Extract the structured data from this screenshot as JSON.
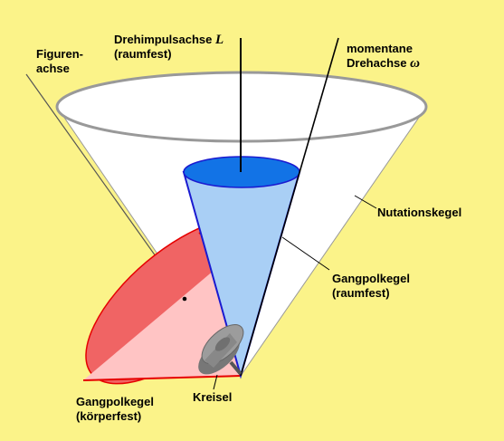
{
  "labels": {
    "figurenachse": {
      "line1": "Figuren-",
      "line2": "achse"
    },
    "drehimpulsachse": {
      "line1": "Drehimpulsachse",
      "symbol": "L",
      "line2": "(raumfest)"
    },
    "drehachse": {
      "line1": "momentane",
      "line2": "Drehachse",
      "symbol": "ω"
    },
    "nutationskegel": {
      "line1": "Nutationskegel"
    },
    "gangpolkegel_raumfest": {
      "line1": "Gangpolkegel",
      "line2": "(raumfest)"
    },
    "gangpolkegel_koerperfest": {
      "line1": "Gangpolkegel",
      "line2": "(körperfest)"
    },
    "kreisel": {
      "line1": "Kreisel"
    }
  },
  "colors": {
    "background": "#fbf389",
    "nutation_cone_fill": "#ffffff",
    "body_cone_fill": "#f05a5a",
    "body_cone_inner": "#ffc0c0",
    "space_cone_fill": "#a9cff5",
    "space_cone_top": "#1273e6",
    "space_cone_edge": "#1a1ad0",
    "body_cone_edge": "#e60000",
    "top_gray": "#9a9a9a"
  }
}
